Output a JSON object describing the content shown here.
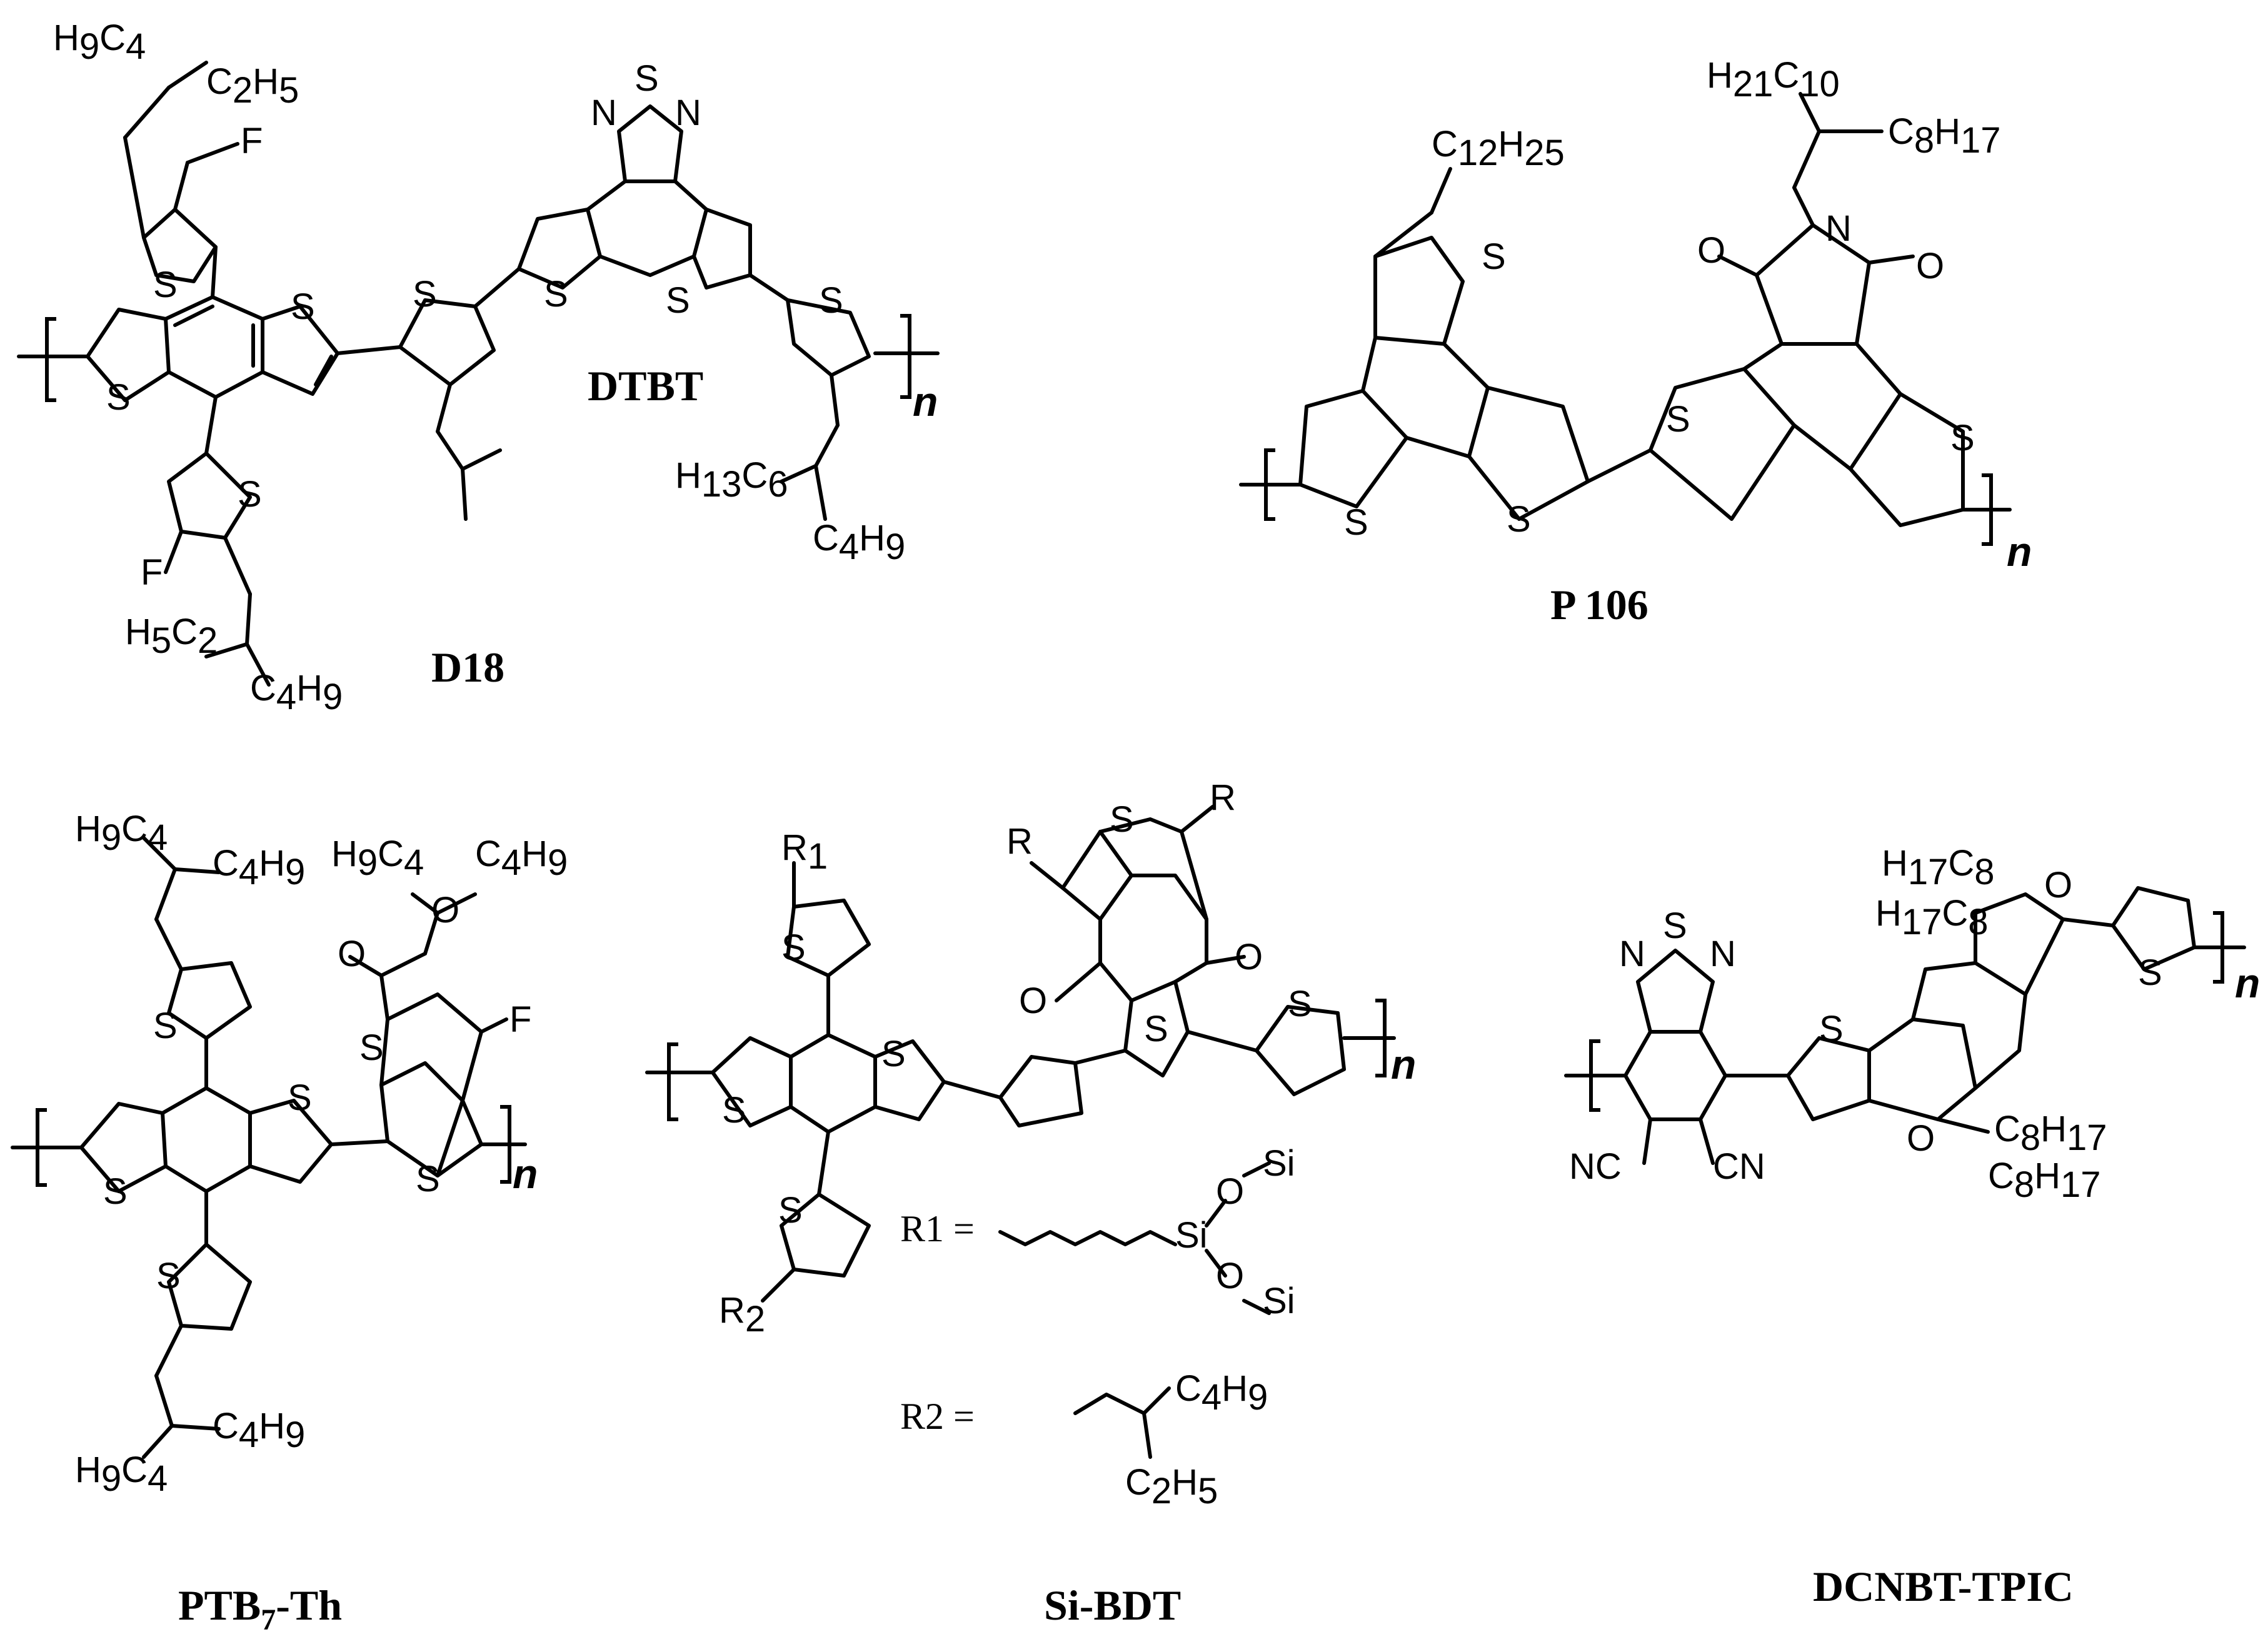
{
  "structures": [
    {
      "id": "d18",
      "name": "D18",
      "sub_label": "DTBT",
      "repeat": "n",
      "atoms": [
        "S",
        "S",
        "S",
        "S",
        "S",
        "S",
        "S",
        "S",
        "N",
        "N",
        "F",
        "F"
      ],
      "substituents": [
        "H9C4",
        "C2H5",
        "H5C2",
        "C4H9",
        "H13C6",
        "C4H9"
      ]
    },
    {
      "id": "p106",
      "name": "P 106",
      "repeat": "n",
      "atoms": [
        "S",
        "S",
        "S",
        "S",
        "S",
        "N",
        "O",
        "O"
      ],
      "substituents": [
        "C12H25",
        "H21C10",
        "C8H17"
      ]
    },
    {
      "id": "ptb7th",
      "name": "PTB7-Th",
      "repeat": "n",
      "atoms": [
        "S",
        "S",
        "S",
        "S",
        "S",
        "S",
        "O",
        "O",
        "F"
      ],
      "substituents": [
        "H9C4",
        "C4H9",
        "H9C4",
        "C4H9",
        "H9C4",
        "C4H9"
      ]
    },
    {
      "id": "sibdt",
      "name": "Si-BDT",
      "repeat": "n",
      "atoms": [
        "S",
        "S",
        "S",
        "S",
        "S",
        "S",
        "O",
        "O",
        "R",
        "R"
      ],
      "substituents": [
        "R1",
        "R2"
      ],
      "definitions": [
        {
          "label": "R1 =",
          "groups": [
            "Si",
            "O",
            "Si",
            "O",
            "Si"
          ]
        },
        {
          "label": "R2 =",
          "groups": [
            "C4H9",
            "C2H5"
          ]
        }
      ]
    },
    {
      "id": "dcnbttpic",
      "name": "DCNBT-TPIC",
      "repeat": "n",
      "atoms": [
        "N",
        "S",
        "N",
        "S",
        "S",
        "O",
        "O",
        "NC",
        "CN"
      ],
      "substituents": [
        "H17C8",
        "H17C8",
        "C8H17",
        "C8H17"
      ]
    }
  ]
}
